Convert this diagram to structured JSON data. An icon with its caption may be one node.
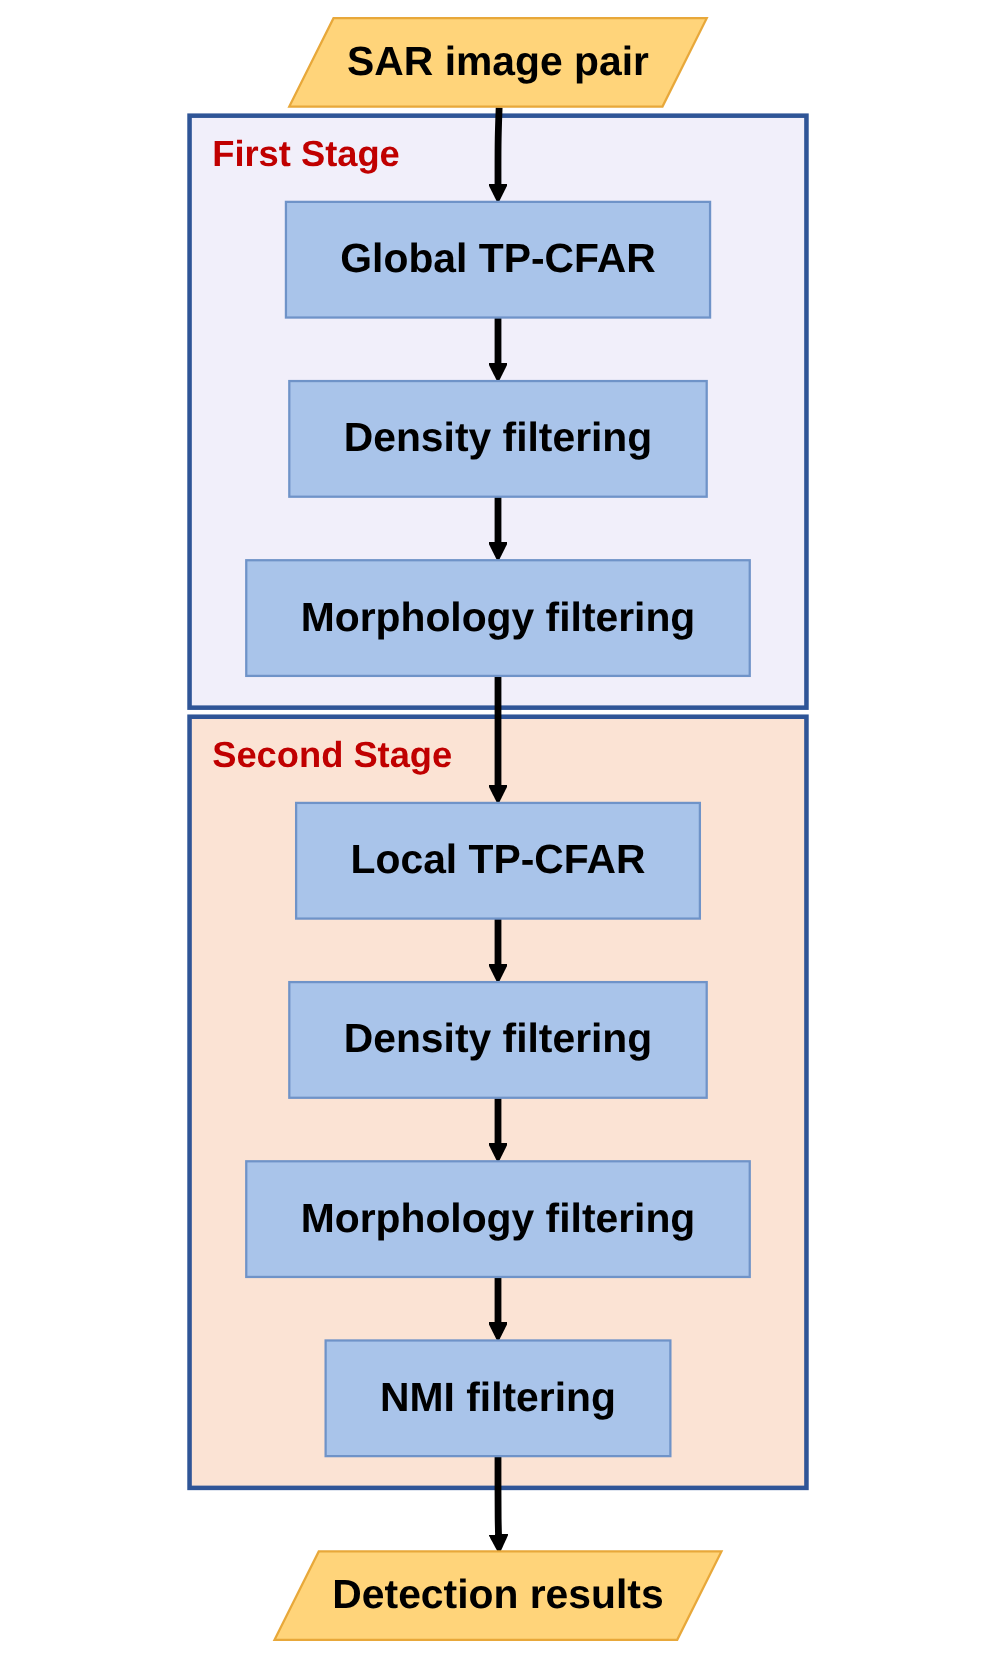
{
  "diagram": {
    "nodes": [
      {
        "text": [
          "SAR image pair"
        ]
      },
      {
        "text": [
          "First Stage"
        ]
      },
      {
        "text": [
          "Global TP-CFAR"
        ],
        "in": 1
      },
      {
        "text": [
          "Density filtering"
        ],
        "in": 1
      },
      {
        "text": [
          "Morphology filtering"
        ],
        "in": 1
      },
      {
        "text": [
          "Second Stage"
        ]
      },
      {
        "text": [
          "Local TP-CFAR"
        ],
        "in": 5
      },
      {
        "text": [
          "Density filtering"
        ],
        "in": 5
      },
      {
        "text": [
          "Morphology filtering"
        ],
        "in": 5
      },
      {
        "text": [
          "NMI filtering"
        ],
        "in": 5
      },
      {
        "text": [
          "Detection results"
        ]
      }
    ],
    "edges": [
      {
        "from": 0,
        "to": 2,
        "arrow": "to"
      },
      {
        "from": 2,
        "to": 3,
        "arrow": "to"
      },
      {
        "from": 3,
        "to": 4,
        "arrow": "to"
      },
      {
        "from": 4,
        "to": 6,
        "arrow": "to"
      },
      {
        "from": 6,
        "to": 7,
        "arrow": "to"
      },
      {
        "from": 7,
        "to": 8,
        "arrow": "to"
      },
      {
        "from": 8,
        "to": 9,
        "arrow": "to"
      },
      {
        "from": 9,
        "to": 10,
        "arrow": "to"
      }
    ]
  }
}
